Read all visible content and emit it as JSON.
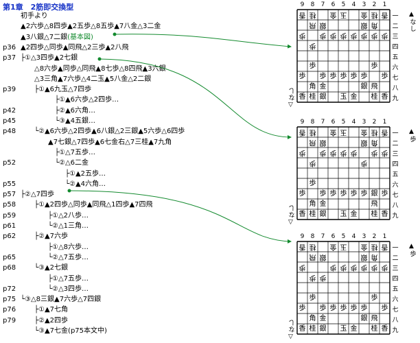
{
  "title": "第1章　2筋即交換型",
  "lines": [
    {
      "page": "",
      "text": "初手より",
      "x": 30
    },
    {
      "page": "",
      "text": "▲2六歩△8四歩▲2五歩△8五歩▲7八金△3二金",
      "x": 30
    },
    {
      "page": "",
      "text": "▲3八銀△7二銀",
      "x": 30,
      "link": "(基本図)"
    },
    {
      "page": "p36",
      "text": "▲2四歩△同歩▲同飛△2三歩▲2八飛",
      "x": 30
    },
    {
      "page": "p37",
      "text": "├①△3四歩▲2七銀",
      "x": 30
    },
    {
      "page": "",
      "text": "△8六歩▲同歩△同飛▲8七歩△8四飛▲3六銀",
      "x": 50
    },
    {
      "page": "",
      "text": "△3三角▲7六歩△4二玉▲5八金△2二銀",
      "x": 50
    },
    {
      "page": "p39",
      "text": "├①▲6九玉△7四歩",
      "x": 50
    },
    {
      "page": "",
      "text": "├①▲6六歩△2四歩…",
      "x": 80
    },
    {
      "page": "p42",
      "text": "├②▲6六角…",
      "x": 80
    },
    {
      "page": "p45",
      "text": "└③▲4五銀…",
      "x": 80
    },
    {
      "page": "p48",
      "text": "└②▲6六歩△2四歩▲6八銀△2三銀▲5六歩△6四歩",
      "x": 50
    },
    {
      "page": "",
      "text": "▲7七銀△7四歩▲6七金右△7三桂▲7九角",
      "x": 70
    },
    {
      "page": "",
      "text": "├①△7五歩…",
      "x": 80
    },
    {
      "page": "p52",
      "text": "└②△6二金",
      "x": 80
    },
    {
      "page": "",
      "text": "├①▲2五歩…",
      "x": 95
    },
    {
      "page": "p55",
      "text": "└②▲4六角…",
      "x": 95
    },
    {
      "page": "p57",
      "text": "├②△7四歩",
      "x": 30
    },
    {
      "page": "p58",
      "text": "├①▲2四歩△同歩▲同飛△1四歩▲7四飛",
      "x": 50
    },
    {
      "page": "p59",
      "text": "├①△2八歩…",
      "x": 70
    },
    {
      "page": "p61",
      "text": "└②△1三角…",
      "x": 70
    },
    {
      "page": "p62",
      "text": "├②▲7六歩",
      "x": 50
    },
    {
      "page": "",
      "text": "├①△8六歩…",
      "x": 70
    },
    {
      "page": "p65",
      "text": "└②△7五歩…",
      "x": 70
    },
    {
      "page": "p68",
      "text": "└③▲2七銀",
      "x": 50
    },
    {
      "page": "",
      "text": "├①△7五歩…",
      "x": 70
    },
    {
      "page": "p72",
      "text": "└②△3四歩…",
      "x": 70
    },
    {
      "page": "p75",
      "text": "└③△8三銀▲7六歩△7四銀",
      "x": 30
    },
    {
      "page": "p76",
      "text": "├①▲7七角",
      "x": 50
    },
    {
      "page": "p79",
      "text": "├②▲2四歩",
      "x": 50
    },
    {
      "page": "",
      "text": "└③▲7七金(p75本文中)",
      "x": 50
    }
  ],
  "files": [
    "9",
    "8",
    "7",
    "6",
    "5",
    "4",
    "3",
    "2",
    "1"
  ],
  "ranks": [
    "一",
    "二",
    "三",
    "四",
    "五",
    "六",
    "七",
    "八",
    "九"
  ],
  "boards": [
    {
      "gote_hand": "なし",
      "sente_hand": "なし",
      "pieces": [
        {
          "f": 9,
          "r": 1,
          "p": "香",
          "g": true
        },
        {
          "f": 8,
          "r": 1,
          "p": "桂",
          "g": true
        },
        {
          "f": 6,
          "r": 1,
          "p": "金",
          "g": true
        },
        {
          "f": 5,
          "r": 1,
          "p": "玉",
          "g": true
        },
        {
          "f": 3,
          "r": 1,
          "p": "金",
          "g": true
        },
        {
          "f": 2,
          "r": 1,
          "p": "桂",
          "g": true
        },
        {
          "f": 1,
          "r": 1,
          "p": "香",
          "g": true
        },
        {
          "f": 7,
          "r": 2,
          "p": "銀",
          "g": true
        },
        {
          "f": 8,
          "r": 2,
          "p": "飛",
          "g": true
        },
        {
          "f": 2,
          "r": 2,
          "p": "角",
          "g": true
        },
        {
          "f": 3,
          "r": 2,
          "p": "銀",
          "g": true
        },
        {
          "f": 9,
          "r": 3,
          "p": "歩",
          "g": true
        },
        {
          "f": 7,
          "r": 3,
          "p": "歩",
          "g": true
        },
        {
          "f": 6,
          "r": 3,
          "p": "歩",
          "g": true
        },
        {
          "f": 5,
          "r": 3,
          "p": "歩",
          "g": true
        },
        {
          "f": 4,
          "r": 3,
          "p": "歩",
          "g": true
        },
        {
          "f": 3,
          "r": 3,
          "p": "歩",
          "g": true
        },
        {
          "f": 2,
          "r": 3,
          "p": "歩",
          "g": true
        },
        {
          "f": 1,
          "r": 3,
          "p": "歩",
          "g": true
        },
        {
          "f": 8,
          "r": 4,
          "p": "歩",
          "g": true
        },
        {
          "f": 8,
          "r": 6,
          "p": "歩"
        },
        {
          "f": 2,
          "r": 6,
          "p": "歩"
        },
        {
          "f": 9,
          "r": 7,
          "p": "歩"
        },
        {
          "f": 7,
          "r": 7,
          "p": "歩"
        },
        {
          "f": 6,
          "r": 7,
          "p": "歩"
        },
        {
          "f": 5,
          "r": 7,
          "p": "歩"
        },
        {
          "f": 4,
          "r": 7,
          "p": "歩"
        },
        {
          "f": 3,
          "r": 7,
          "p": "歩"
        },
        {
          "f": 1,
          "r": 7,
          "p": "歩"
        },
        {
          "f": 8,
          "r": 8,
          "p": "角"
        },
        {
          "f": 7,
          "r": 8,
          "p": "金"
        },
        {
          "f": 3,
          "r": 8,
          "p": "銀"
        },
        {
          "f": 2,
          "r": 8,
          "p": "飛"
        },
        {
          "f": 9,
          "r": 9,
          "p": "香"
        },
        {
          "f": 8,
          "r": 9,
          "p": "桂"
        },
        {
          "f": 7,
          "r": 9,
          "p": "銀"
        },
        {
          "f": 5,
          "r": 9,
          "p": "玉"
        },
        {
          "f": 4,
          "r": 9,
          "p": "金"
        },
        {
          "f": 2,
          "r": 9,
          "p": "桂"
        },
        {
          "f": 1,
          "r": 9,
          "p": "香"
        }
      ]
    },
    {
      "gote_hand": "歩",
      "sente_hand": "なし",
      "pieces": [
        {
          "f": 9,
          "r": 1,
          "p": "香",
          "g": true
        },
        {
          "f": 8,
          "r": 1,
          "p": "桂",
          "g": true
        },
        {
          "f": 6,
          "r": 1,
          "p": "金",
          "g": true
        },
        {
          "f": 5,
          "r": 1,
          "p": "玉",
          "g": true
        },
        {
          "f": 3,
          "r": 1,
          "p": "金",
          "g": true
        },
        {
          "f": 2,
          "r": 1,
          "p": "桂",
          "g": true
        },
        {
          "f": 1,
          "r": 1,
          "p": "香",
          "g": true
        },
        {
          "f": 7,
          "r": 2,
          "p": "銀",
          "g": true
        },
        {
          "f": 8,
          "r": 2,
          "p": "飛",
          "g": true
        },
        {
          "f": 2,
          "r": 2,
          "p": "角",
          "g": true
        },
        {
          "f": 3,
          "r": 2,
          "p": "銀",
          "g": true
        },
        {
          "f": 9,
          "r": 3,
          "p": "歩",
          "g": true
        },
        {
          "f": 7,
          "r": 3,
          "p": "歩",
          "g": true
        },
        {
          "f": 6,
          "r": 3,
          "p": "歩",
          "g": true
        },
        {
          "f": 5,
          "r": 3,
          "p": "歩",
          "g": true
        },
        {
          "f": 4,
          "r": 3,
          "p": "歩",
          "g": true
        },
        {
          "f": 2,
          "r": 3,
          "p": "歩",
          "g": true
        },
        {
          "f": 1,
          "r": 3,
          "p": "歩",
          "g": true
        },
        {
          "f": 8,
          "r": 4,
          "p": "歩",
          "g": true
        },
        {
          "f": 3,
          "r": 4,
          "p": "歩",
          "g": true
        },
        {
          "f": 8,
          "r": 6,
          "p": "歩"
        },
        {
          "f": 2,
          "r": 7,
          "p": "銀"
        },
        {
          "f": 9,
          "r": 7,
          "p": "歩"
        },
        {
          "f": 7,
          "r": 7,
          "p": "歩"
        },
        {
          "f": 6,
          "r": 7,
          "p": "歩"
        },
        {
          "f": 5,
          "r": 7,
          "p": "歩"
        },
        {
          "f": 4,
          "r": 7,
          "p": "歩"
        },
        {
          "f": 3,
          "r": 7,
          "p": "歩"
        },
        {
          "f": 1,
          "r": 7,
          "p": "歩"
        },
        {
          "f": 8,
          "r": 8,
          "p": "角"
        },
        {
          "f": 7,
          "r": 8,
          "p": "金"
        },
        {
          "f": 2,
          "r": 8,
          "p": "飛"
        },
        {
          "f": 9,
          "r": 9,
          "p": "香"
        },
        {
          "f": 8,
          "r": 9,
          "p": "桂"
        },
        {
          "f": 7,
          "r": 9,
          "p": "銀"
        },
        {
          "f": 5,
          "r": 9,
          "p": "玉"
        },
        {
          "f": 4,
          "r": 9,
          "p": "金"
        },
        {
          "f": 2,
          "r": 9,
          "p": "桂"
        },
        {
          "f": 1,
          "r": 9,
          "p": "香"
        }
      ]
    },
    {
      "gote_hand": "歩",
      "sente_hand": "なし",
      "pieces": [
        {
          "f": 9,
          "r": 1,
          "p": "香",
          "g": true
        },
        {
          "f": 8,
          "r": 1,
          "p": "桂",
          "g": true
        },
        {
          "f": 6,
          "r": 1,
          "p": "金",
          "g": true
        },
        {
          "f": 5,
          "r": 1,
          "p": "玉",
          "g": true
        },
        {
          "f": 3,
          "r": 1,
          "p": "金",
          "g": true
        },
        {
          "f": 2,
          "r": 1,
          "p": "桂",
          "g": true
        },
        {
          "f": 1,
          "r": 1,
          "p": "香",
          "g": true
        },
        {
          "f": 7,
          "r": 2,
          "p": "銀",
          "g": true
        },
        {
          "f": 8,
          "r": 2,
          "p": "飛",
          "g": true
        },
        {
          "f": 2,
          "r": 2,
          "p": "角",
          "g": true
        },
        {
          "f": 3,
          "r": 2,
          "p": "銀",
          "g": true
        },
        {
          "f": 9,
          "r": 3,
          "p": "歩",
          "g": true
        },
        {
          "f": 6,
          "r": 3,
          "p": "歩",
          "g": true
        },
        {
          "f": 5,
          "r": 3,
          "p": "歩",
          "g": true
        },
        {
          "f": 4,
          "r": 3,
          "p": "歩",
          "g": true
        },
        {
          "f": 3,
          "r": 3,
          "p": "歩",
          "g": true
        },
        {
          "f": 2,
          "r": 3,
          "p": "歩",
          "g": true
        },
        {
          "f": 1,
          "r": 3,
          "p": "歩",
          "g": true
        },
        {
          "f": 8,
          "r": 4,
          "p": "歩",
          "g": true
        },
        {
          "f": 7,
          "r": 4,
          "p": "歩",
          "g": true
        },
        {
          "f": 8,
          "r": 6,
          "p": "歩"
        },
        {
          "f": 2,
          "r": 6,
          "p": "歩"
        },
        {
          "f": 9,
          "r": 7,
          "p": "歩"
        },
        {
          "f": 7,
          "r": 7,
          "p": "歩"
        },
        {
          "f": 6,
          "r": 7,
          "p": "歩"
        },
        {
          "f": 5,
          "r": 7,
          "p": "歩"
        },
        {
          "f": 4,
          "r": 7,
          "p": "歩"
        },
        {
          "f": 3,
          "r": 7,
          "p": "歩"
        },
        {
          "f": 1,
          "r": 7,
          "p": "歩"
        },
        {
          "f": 8,
          "r": 8,
          "p": "角"
        },
        {
          "f": 7,
          "r": 8,
          "p": "金"
        },
        {
          "f": 3,
          "r": 8,
          "p": "銀"
        },
        {
          "f": 2,
          "r": 8,
          "p": "飛"
        },
        {
          "f": 9,
          "r": 9,
          "p": "香"
        },
        {
          "f": 8,
          "r": 9,
          "p": "桂"
        },
        {
          "f": 7,
          "r": 9,
          "p": "銀"
        },
        {
          "f": 5,
          "r": 9,
          "p": "玉"
        },
        {
          "f": 4,
          "r": 9,
          "p": "金"
        },
        {
          "f": 2,
          "r": 9,
          "p": "桂"
        },
        {
          "f": 1,
          "r": 9,
          "p": "香"
        }
      ]
    }
  ],
  "colors": {
    "title": "#1a36c8",
    "link": "#138a2e",
    "arrow": "#138a2e"
  }
}
